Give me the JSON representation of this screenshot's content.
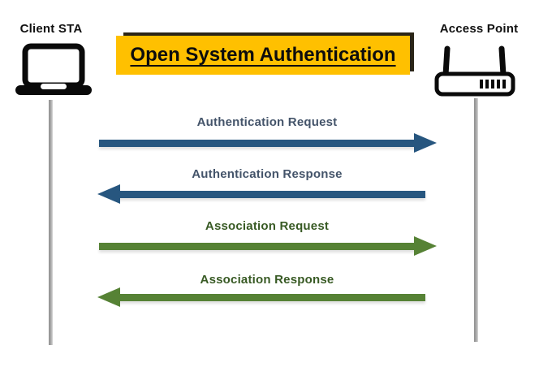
{
  "diagram": {
    "title": "Open System Authentication",
    "title_bg_color": "#FFC000",
    "title_shadow_color": "#2b2517",
    "left_actor": {
      "label": "Client STA",
      "icon": "laptop-icon"
    },
    "right_actor": {
      "label": "Access Point",
      "icon": "wireless-router-icon"
    },
    "lifeline_color": "#A6A6A6",
    "messages": [
      {
        "label": "Authentication Request",
        "direction": "right",
        "arrow_color": "#27567F",
        "label_color": "#44546A"
      },
      {
        "label": "Authentication Response",
        "direction": "left",
        "arrow_color": "#27567F",
        "label_color": "#44546A"
      },
      {
        "label": "Association Request",
        "direction": "right",
        "arrow_color": "#568235",
        "label_color": "#385A24"
      },
      {
        "label": "Association Response",
        "direction": "left",
        "arrow_color": "#568235",
        "label_color": "#385A24"
      }
    ]
  }
}
